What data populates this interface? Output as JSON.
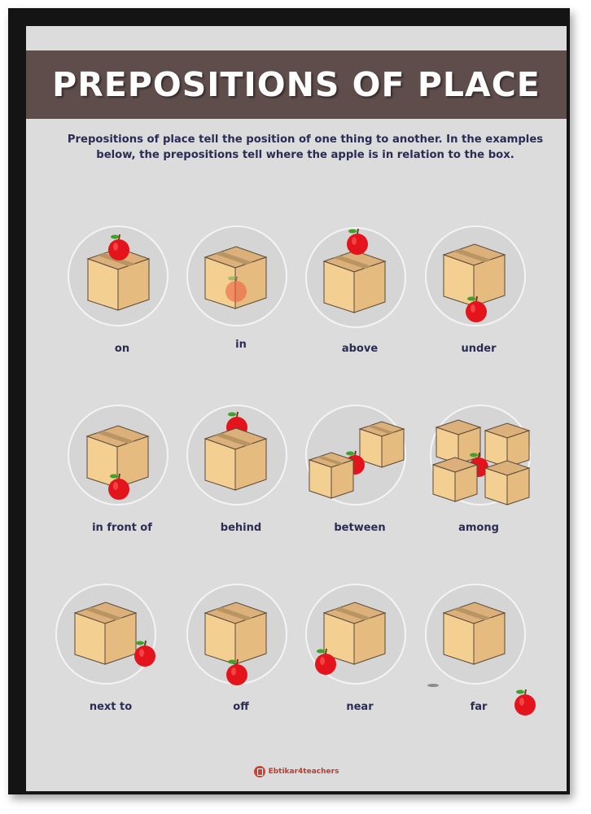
{
  "title": "PREPOSITIONS OF PLACE",
  "intro": "Prepositions of place tell the position of one thing to another. In the examples below, the prepositions tell where the apple is in relation to the box.",
  "prepositions": [
    {
      "label": "on"
    },
    {
      "label": "in"
    },
    {
      "label": "above"
    },
    {
      "label": "under"
    },
    {
      "label": "in front of"
    },
    {
      "label": "behind"
    },
    {
      "label": "between"
    },
    {
      "label": "among"
    },
    {
      "label": "next to"
    },
    {
      "label": "off"
    },
    {
      "label": "near"
    },
    {
      "label": "far"
    }
  ],
  "footer": {
    "brand": "Ebtikar4teachers",
    "logo_icon": "book-logo-icon"
  },
  "colors": {
    "banner": "#5e4d4b",
    "poster": "#dcdcdc",
    "text": "#2a2c54",
    "apple": "#e3141b",
    "box": "#f2cc8f"
  }
}
